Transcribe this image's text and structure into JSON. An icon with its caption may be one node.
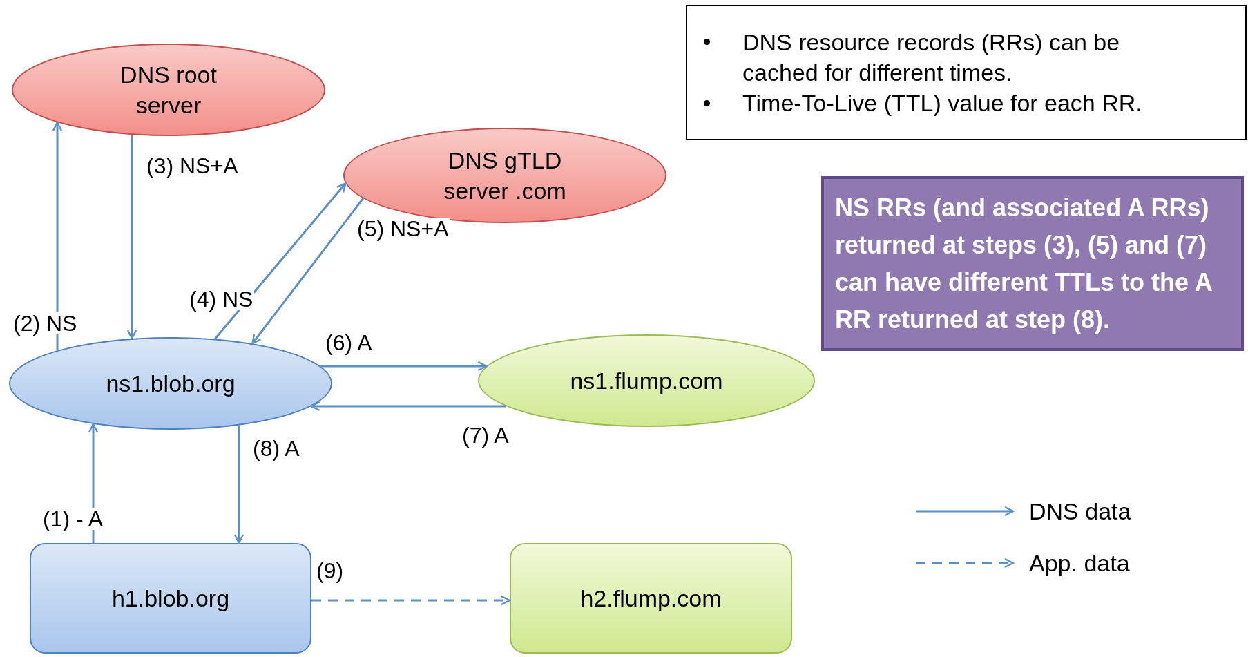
{
  "diagram": {
    "nodes": [
      {
        "text": [
          "DNS root server"
        ]
      },
      {
        "text": [
          "DNS gTLD server .com"
        ]
      },
      {
        "text": [
          "ns1.blob.org"
        ]
      },
      {
        "text": [
          "ns1.flump.com"
        ]
      },
      {
        "text": [
          "h1.blob.org"
        ]
      },
      {
        "text": [
          "h2.flump.com"
        ]
      },
      {
        "text": [
          "DNS resource records (RRs) can be cached for different times.",
          "Time-To-Live (TTL) value for each RR."
        ]
      },
      {
        "text": [
          "NS RRs (and associated A RRs) returned at steps (3), (5) and (7) can have different TTLs to the A RR returned at step (8)."
        ]
      }
    ],
    "edges": [
      {
        "from": 2,
        "to": 0,
        "arrow": "to",
        "label": "(2) NS"
      },
      {
        "from": 0,
        "to": 2,
        "arrow": "to",
        "label": "(3) NS+A"
      },
      {
        "from": 2,
        "to": 1,
        "arrow": "to",
        "label": "(4) NS"
      },
      {
        "from": 1,
        "to": 2,
        "arrow": "to",
        "label": "(5) NS+A"
      },
      {
        "from": 2,
        "to": 3,
        "arrow": "to",
        "label": "(6) A"
      },
      {
        "from": 3,
        "to": 2,
        "arrow": "to",
        "label": "(7) A"
      },
      {
        "from": 2,
        "to": 4,
        "arrow": "to",
        "label": "(8) A"
      },
      {
        "from": 4,
        "to": 2,
        "arrow": "to",
        "label": "(1) - A"
      },
      {
        "from": 4,
        "to": 5,
        "arrow": "to",
        "label": "(9)",
        "style": "dashed"
      }
    ],
    "legend": [
      {
        "text": "DNS data"
      },
      {
        "text": "App. data"
      }
    ]
  }
}
